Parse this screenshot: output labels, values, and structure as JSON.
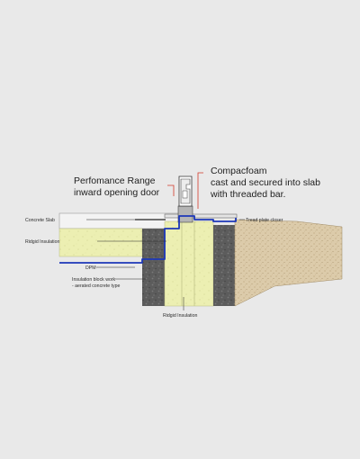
{
  "labels": {
    "door_line1": "Perfomance Range",
    "door_line2": "inward opening door",
    "foam_line1": "Compacfoam",
    "foam_line2": "cast and secured into slab",
    "foam_line3": "with threaded bar.",
    "concrete_slab": "Concrete Slab",
    "ridgid_insulation_left": "Ridgid Insulation",
    "dpm": "DPM",
    "block_line1": "Insulation block work",
    "block_line2": "- aerated concrete type",
    "ridgid_insulation_bottom": "Ridgid Insulation",
    "tread_plate": "Tread plate closer"
  },
  "colors": {
    "background": "#e9e9e9",
    "slab": "#f3f3f3",
    "insulation": "#ecefb2",
    "blockwork": "#5c5c5c",
    "dpm": "#1c37b8",
    "leader": "#d23a2a",
    "soil": "#d8c7a4"
  }
}
